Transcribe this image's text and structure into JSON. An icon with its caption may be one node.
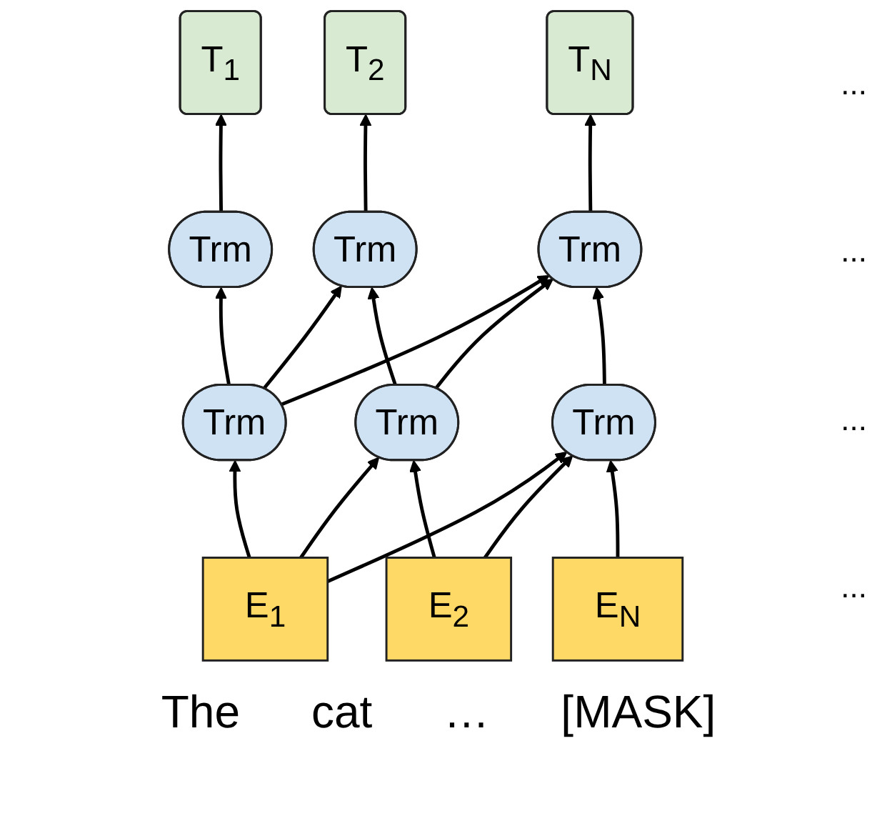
{
  "diagram": {
    "nodes": [
      {
        "text": [
          "T$_{1}$"
        ]
      },
      {
        "text": [
          "T$_{2}$"
        ]
      },
      {
        "text": [
          "T$_{N}$"
        ]
      },
      {
        "text": [
          "Trm"
        ]
      },
      {
        "text": [
          "Trm"
        ]
      },
      {
        "text": [
          "Trm"
        ]
      },
      {
        "text": [
          "Trm"
        ]
      },
      {
        "text": [
          "Trm"
        ]
      },
      {
        "text": [
          "Trm"
        ]
      },
      {
        "text": [
          "E$_{1}$"
        ]
      },
      {
        "text": [
          "E$_{2}$"
        ]
      },
      {
        "text": [
          "E$_{N}$"
        ]
      }
    ],
    "edges": [
      {
        "from": 3,
        "to": 0,
        "arrow": "to"
      },
      {
        "from": 4,
        "to": 1,
        "arrow": "to"
      },
      {
        "from": 5,
        "to": 2,
        "arrow": "to"
      },
      {
        "from": 6,
        "to": 3,
        "arrow": "to"
      },
      {
        "from": 6,
        "to": 4,
        "arrow": "to"
      },
      {
        "from": 6,
        "to": 5,
        "arrow": "to"
      },
      {
        "from": 7,
        "to": 4,
        "arrow": "to"
      },
      {
        "from": 7,
        "to": 5,
        "arrow": "to"
      },
      {
        "from": 8,
        "to": 5,
        "arrow": "to"
      },
      {
        "from": 9,
        "to": 6,
        "arrow": "to"
      },
      {
        "from": 9,
        "to": 7,
        "arrow": "to"
      },
      {
        "from": 9,
        "to": 8,
        "arrow": "to"
      },
      {
        "from": 10,
        "to": 7,
        "arrow": "to"
      },
      {
        "from": 10,
        "to": 8,
        "arrow": "to"
      },
      {
        "from": 11,
        "to": 8,
        "arrow": "to"
      }
    ],
    "labels": [
      "...",
      "...",
      "...",
      "...",
      "The",
      "cat",
      "…",
      "[MASK]"
    ]
  }
}
